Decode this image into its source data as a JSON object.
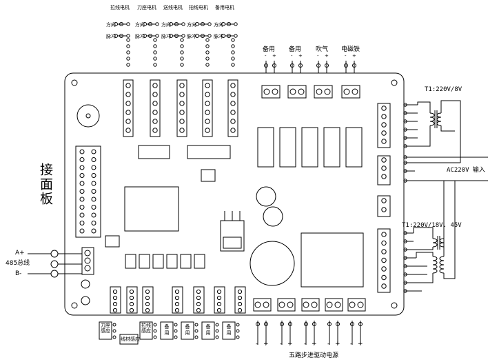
{
  "motor_labels": [
    "拉线电机",
    "刀座电机",
    "送线电机",
    "拍线电机",
    "备用电机"
  ],
  "motor_signal_labels": [
    "方向",
    "脉冲"
  ],
  "top_terminal_labels": [
    "备用",
    "备用",
    "吹气",
    "电磁铁"
  ],
  "polarity": [
    "-",
    "+"
  ],
  "panel_title": "接面板",
  "left_port_labels": [
    "A+",
    "485总线",
    "B-"
  ],
  "transformer_1": "T1:220V/8V",
  "ac_input": "AC220V  输入",
  "transformer_2": "T1:220V/18V. 45V",
  "bottom_sensor_labels": [
    "刀座感应",
    "线材感应",
    "拉线感应",
    "备用",
    "备用",
    "备用",
    "备用"
  ],
  "bottom_title": "五路步进驱动电源"
}
